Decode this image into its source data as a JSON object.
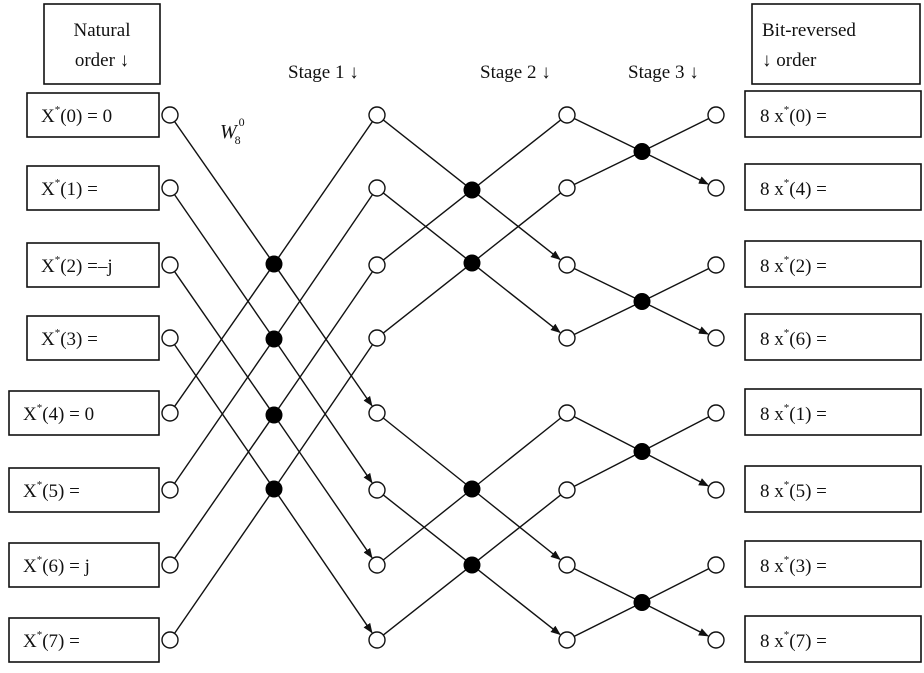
{
  "header": {
    "natural_line1": "Natural",
    "natural_line2": "order ↓",
    "stage1": "Stage 1 ↓",
    "stage2": "Stage 2 ↓",
    "stage3": "Stage 3 ↓",
    "bitrev_line1": "Bit-reversed",
    "bitrev_line2": "↓ order"
  },
  "twiddle": {
    "base": "W",
    "sub": "8",
    "sup": "0"
  },
  "inputs": [
    {
      "name": "X",
      "star": "*",
      "arg": "(0) = 0"
    },
    {
      "name": "X",
      "star": "*",
      "arg": "(1) ="
    },
    {
      "name": "X",
      "star": "*",
      "arg": "(2) =–j"
    },
    {
      "name": "X",
      "star": "*",
      "arg": "(3) ="
    },
    {
      "name": "X",
      "star": "*",
      "arg": "(4) = 0"
    },
    {
      "name": "X",
      "star": "*",
      "arg": "(5) ="
    },
    {
      "name": "X",
      "star": "*",
      "arg": "(6) = j"
    },
    {
      "name": "X",
      "star": "*",
      "arg": "(7) ="
    }
  ],
  "outputs": [
    {
      "name": "8 x",
      "star": "*",
      "arg": "(0) ="
    },
    {
      "name": "8 x",
      "star": "*",
      "arg": "(4) ="
    },
    {
      "name": "8 x",
      "star": "*",
      "arg": "(2) ="
    },
    {
      "name": "8 x",
      "star": "*",
      "arg": "(6) ="
    },
    {
      "name": "8 x",
      "star": "*",
      "arg": "(1) ="
    },
    {
      "name": "8 x",
      "star": "*",
      "arg": "(5) ="
    },
    {
      "name": "8 x",
      "star": "*",
      "arg": "(3) ="
    },
    {
      "name": "8 x",
      "star": "*",
      "arg": "(7) ="
    }
  ]
}
